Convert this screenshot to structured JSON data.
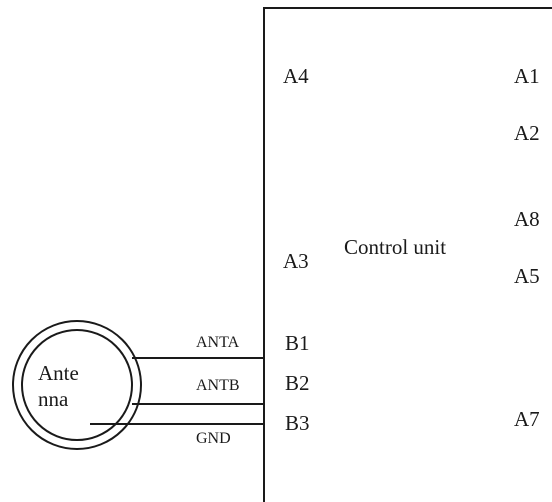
{
  "control_unit": {
    "title": "Control unit",
    "pins_left": {
      "a4": "A4",
      "a3": "A3",
      "b1": "B1",
      "b2": "B2",
      "b3": "B3"
    },
    "pins_right": {
      "a1": "A1",
      "a2": "A2",
      "a8": "A8",
      "a5": "A5",
      "a7": "A7"
    }
  },
  "antenna": {
    "label_line1": "Ante",
    "label_line2": "nna"
  },
  "wires": {
    "anta": "ANTA",
    "antb": "ANTB",
    "gnd": "GND"
  },
  "colors": {
    "line": "#1a1a1a",
    "background": "#ffffff"
  }
}
